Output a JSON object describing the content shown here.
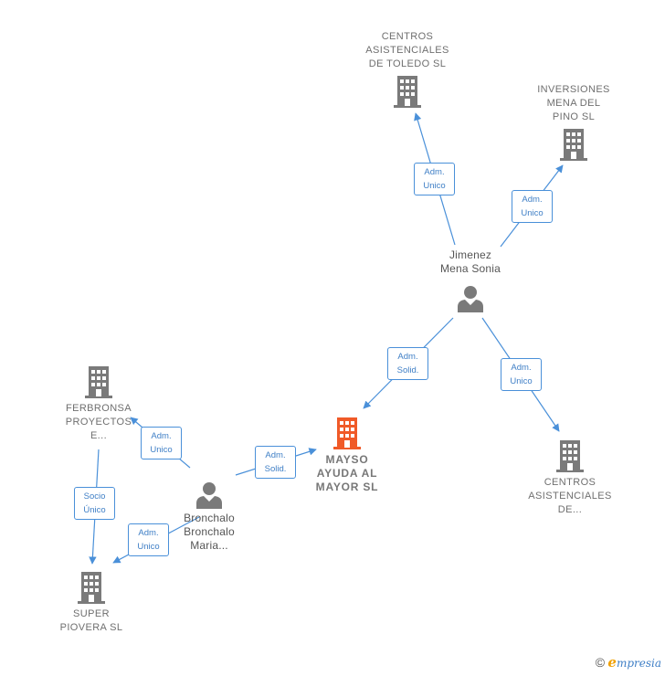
{
  "colors": {
    "company": "#7a7a7a",
    "center": "#f05a28",
    "person": "#7a7a7a",
    "edge": "#4a90d9"
  },
  "nodes": {
    "centros_toledo": {
      "label": "CENTROS\nASISTENCIALES\nDE TOLEDO SL"
    },
    "inversiones": {
      "label": "INVERSIONES\nMENA DEL\nPINO SL"
    },
    "jimenez": {
      "label": "Jimenez\nMena Sonia"
    },
    "ferbronsa": {
      "label": "FERBRONSA\nPROYECTOS\nE..."
    },
    "mayso": {
      "label": "MAYSO\nAYUDA AL\nMAYOR  SL"
    },
    "centros_de": {
      "label": "CENTROS\nASISTENCIALES\nDE..."
    },
    "bronchalo": {
      "label": "Bronchalo\nBronchalo\nMaria..."
    },
    "super": {
      "label": "SUPER\nPIOVERA  SL"
    }
  },
  "edges": {
    "e1": {
      "line1": "Adm.",
      "line2": "Unico"
    },
    "e2": {
      "line1": "Adm.",
      "line2": "Unico"
    },
    "e3": {
      "line1": "Adm.",
      "line2": "Solid."
    },
    "e4": {
      "line1": "Adm.",
      "line2": "Unico"
    },
    "e5": {
      "line1": "Adm.",
      "line2": "Unico"
    },
    "e6": {
      "line1": "Adm.",
      "line2": "Solid."
    },
    "e7": {
      "line1": "Socio",
      "line2": "Único"
    },
    "e8": {
      "line1": "Adm.",
      "line2": "Unico"
    }
  },
  "brand": {
    "copyright": "©",
    "initial": "e",
    "rest": "mpresia"
  }
}
